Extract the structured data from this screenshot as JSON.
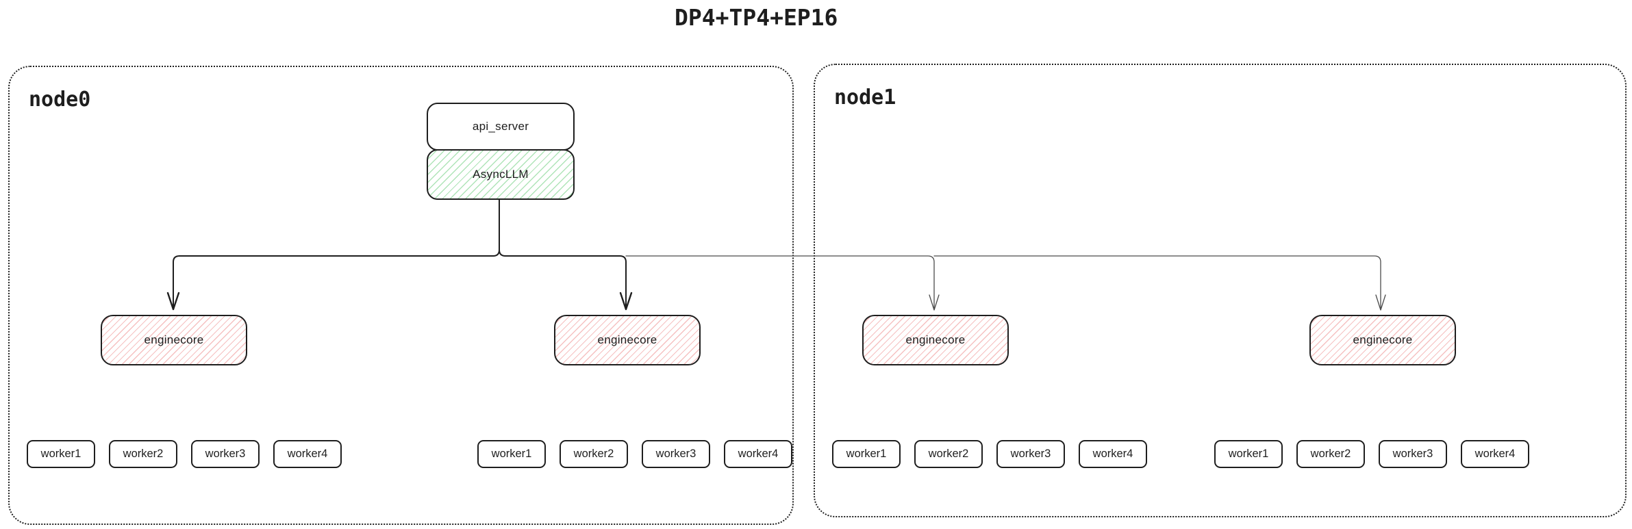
{
  "title": "DP4+TP4+EP16",
  "nodes": [
    {
      "label": "node0"
    },
    {
      "label": "node1"
    }
  ],
  "api_server": {
    "label": "api_server"
  },
  "asyncllm": {
    "label": "AsyncLLM"
  },
  "enginecores": [
    {
      "label": "enginecore",
      "node": "node0"
    },
    {
      "label": "enginecore",
      "node": "node0"
    },
    {
      "label": "enginecore",
      "node": "node1"
    },
    {
      "label": "enginecore",
      "node": "node1"
    }
  ],
  "worker_groups": [
    {
      "node": "node0",
      "workers": [
        "worker1",
        "worker2",
        "worker3",
        "worker4"
      ]
    },
    {
      "node": "node0",
      "workers": [
        "worker1",
        "worker2",
        "worker3",
        "worker4"
      ]
    },
    {
      "node": "node1",
      "workers": [
        "worker1",
        "worker2",
        "worker3",
        "worker4"
      ]
    },
    {
      "node": "node1",
      "workers": [
        "worker1",
        "worker2",
        "worker3",
        "worker4"
      ]
    }
  ],
  "colors": {
    "stroke": "#1e1e1e",
    "green_hatch_line": "#9fe3b2",
    "red_hatch_line": "#f4b0b0",
    "thin_connector": "#4a4a4a",
    "background": "#ffffff"
  }
}
